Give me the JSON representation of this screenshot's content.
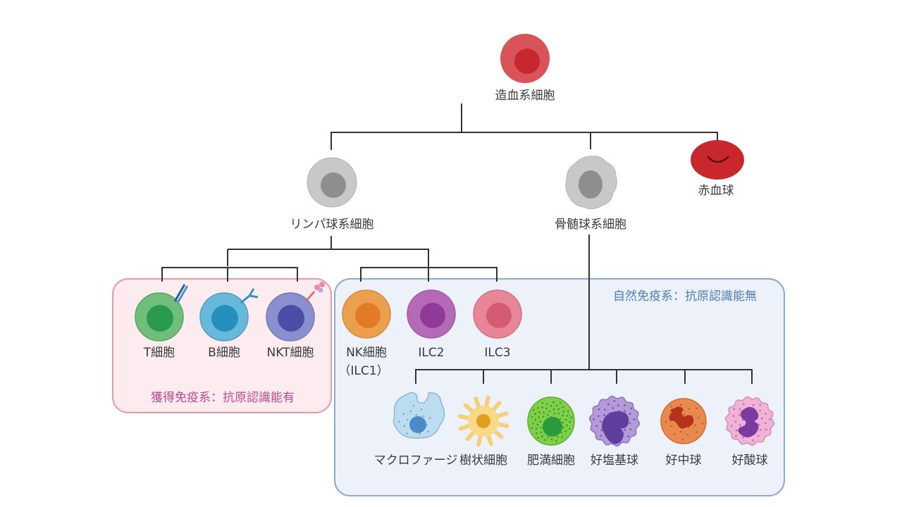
{
  "title": "造血系細胞の分化系譜",
  "root": {
    "label": "造血系細胞",
    "colors": {
      "outer": "#d9535a",
      "inner": "#c5282f"
    }
  },
  "branches": {
    "lymphoid": {
      "label": "リンパ球系細胞",
      "colors": {
        "outer": "#c8c8c8",
        "inner": "#8e8e8e"
      }
    },
    "myeloid": {
      "label": "骨髄球系細胞",
      "colors": {
        "outer": "#c8c8c8",
        "inner": "#8e8e8e"
      }
    },
    "erythrocyte": {
      "label": "赤血球",
      "colors": {
        "outer": "#c8272c"
      }
    }
  },
  "groups": {
    "adaptive": {
      "label": "獲得免疫系：抗原認識能有",
      "border": "#e69aa6",
      "fill": "#fcecef",
      "cells": [
        {
          "label": "T細胞",
          "outer": "#6fbf7b",
          "inner": "#2a9a4e",
          "receptor": "tcr"
        },
        {
          "label": "B細胞",
          "outer": "#67b9dc",
          "inner": "#2590bd",
          "receptor": "antibody"
        },
        {
          "label": "NKT細胞",
          "outer": "#8a8fd0",
          "inner": "#4b4ea6",
          "receptor": "antigen"
        }
      ]
    },
    "innate": {
      "label": "自然免疫系：抗原認識能無",
      "border": "#8aaad4",
      "fill": "#edf2fa",
      "lymphoid_cells": [
        {
          "label": "NK細胞",
          "sublabel": "（ILC1）",
          "outer": "#eba04d",
          "inner": "#e27a27"
        },
        {
          "label": "ILC2",
          "outer": "#b56ab8",
          "inner": "#8f3a97"
        },
        {
          "label": "ILC3",
          "outer": "#e88697",
          "inner": "#d55b72"
        }
      ],
      "myeloid_cells": [
        {
          "label": "マクロファージ",
          "type": "macrophage"
        },
        {
          "label": "樹状細胞",
          "type": "dendritic"
        },
        {
          "label": "肥満細胞",
          "type": "mast"
        },
        {
          "label": "好塩基球",
          "type": "basophil"
        },
        {
          "label": "好中球",
          "type": "neutrophil"
        },
        {
          "label": "好酸球",
          "type": "eosinophil"
        }
      ]
    }
  }
}
